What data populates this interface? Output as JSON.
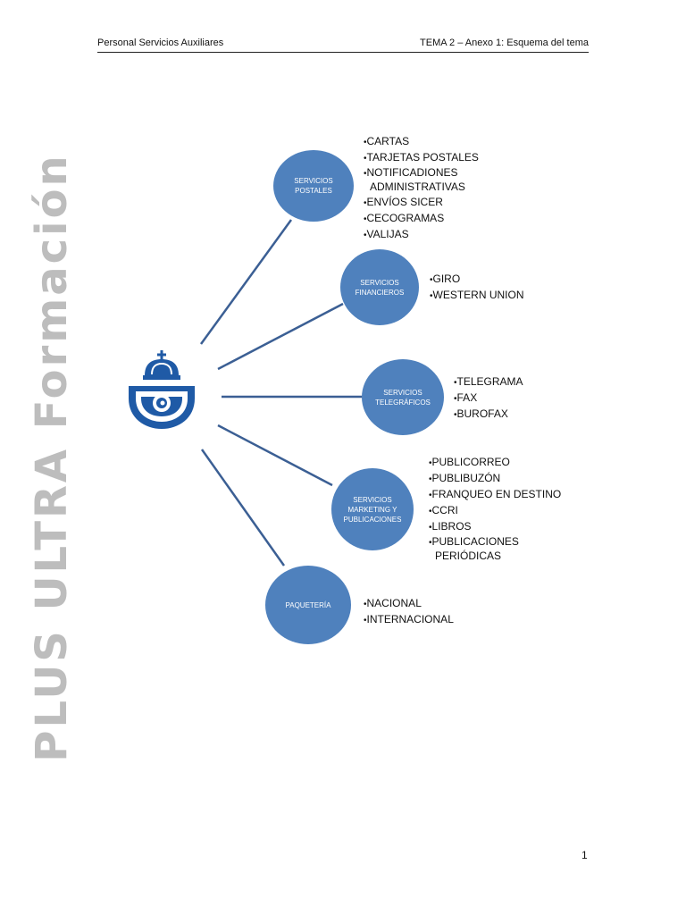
{
  "header": {
    "left": "Personal Servicios Auxiliares",
    "right": "TEMA 2 – Anexo 1: Esquema del tema"
  },
  "watermark": "PLUS ULTRA Formación",
  "colors": {
    "node": "#4f81bd",
    "connector": "#3b5f94",
    "logo": "#1f5aa6"
  },
  "logo_icon": "correos-posthorn-crown-icon",
  "nodes": {
    "postales": {
      "label": "SERVICIOS\nPOSTALES",
      "items": [
        "CARTAS",
        "TARJETAS POSTALES",
        "NOTIFICADIONES ADMINISTRATIVAS",
        "ENVÍOS SICER",
        "CECOGRAMAS",
        "VALIJAS"
      ]
    },
    "financieros": {
      "label": "SERVICIOS\nFINANCIEROS",
      "items": [
        "GIRO",
        "WESTERN UNION"
      ]
    },
    "telegraficos": {
      "label": "SERVICIOS\nTELEGRÁFICOS",
      "items": [
        "TELEGRAMA",
        "FAX",
        "BUROFAX"
      ]
    },
    "marketing": {
      "label": "SERVICIOS\nMARKETING Y\nPUBLICACIONES",
      "items": [
        "PUBLICORREO",
        "PUBLIBUZÓN",
        "FRANQUEO EN DESTINO",
        "CCRI",
        "LIBROS",
        "PUBLICACIONES PERIÓDICAS"
      ]
    },
    "paqueteria": {
      "label": "PAQUETERÍA",
      "items": [
        "NACIONAL",
        "INTERNACIONAL"
      ]
    }
  },
  "page_number": "1"
}
